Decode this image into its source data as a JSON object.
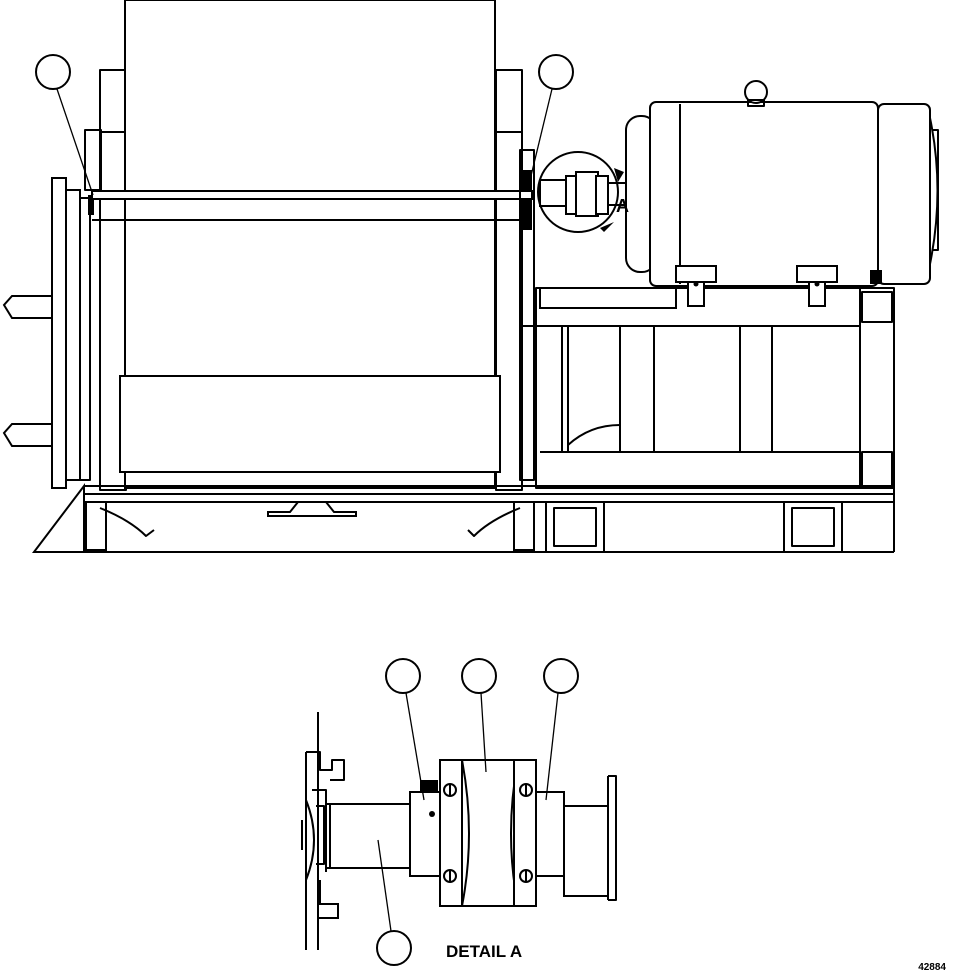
{
  "detail_callout": "A",
  "detail_caption": "DETAIL A",
  "figure_number": "42884",
  "callout_bubbles": [
    "",
    "",
    "",
    "",
    "",
    ""
  ]
}
